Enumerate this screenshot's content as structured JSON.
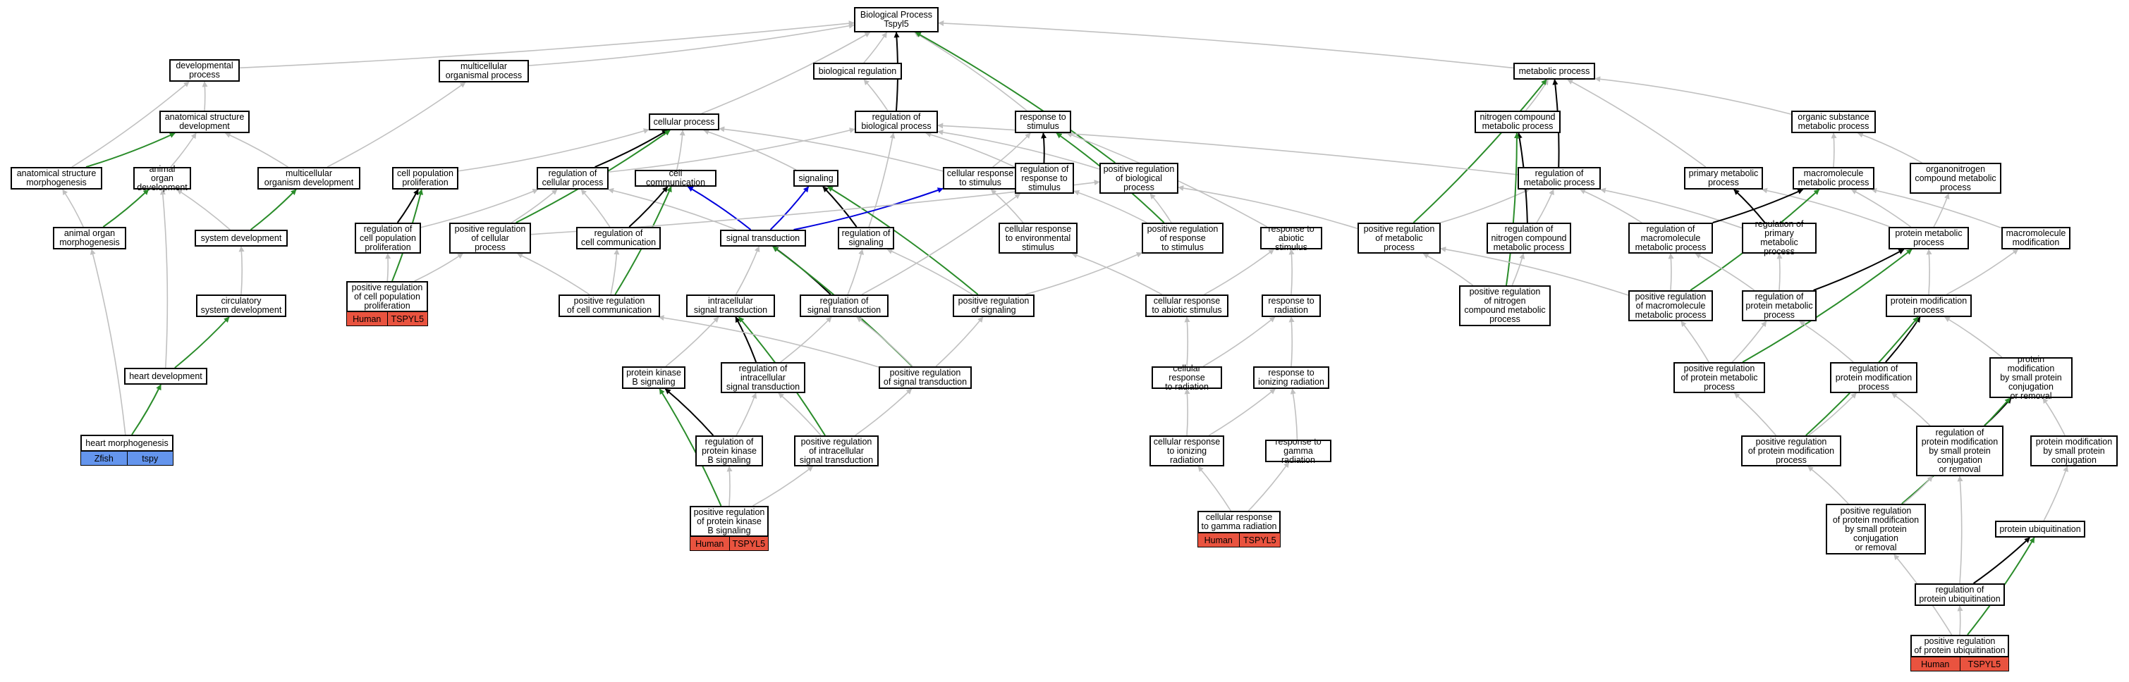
{
  "colors": {
    "is_a": "#c0c0c0",
    "part_of": "#0000dd",
    "regulates": "#000000",
    "positively_regulates": "#2a8c2a",
    "human_tag": "#e9533f",
    "zfish_tag": "#6495ed"
  },
  "nodes": {
    "bp": "Biological Process\nTspyl5",
    "dev_process": "developmental\nprocess",
    "multicell_org": "multicellular\norganismal process",
    "bio_reg": "biological regulation",
    "metabolic": "metabolic process",
    "cellular_process": "cellular process",
    "reg_bio_process": "regulation of\nbiological process",
    "response_stimulus": "response to\nstimulus",
    "anat_struct_dev": "anatomical structure\ndevelopment",
    "nitrogen_met": "nitrogen compound\nmetabolic process",
    "organic_sub_met": "organic substance\nmetabolic process",
    "anat_struct_morph": "anatomical structure\nmorphogenesis",
    "animal_organ_dev": "animal organ\ndevelopment",
    "multicell_org_dev": "multicellular\norganism development",
    "cell_pop_prolif": "cell population\nproliferation",
    "reg_cell_proc": "regulation of\ncellular process",
    "cell_comm": "cell communication",
    "signaling": "signaling",
    "cell_resp_stim": "cellular response\nto stimulus",
    "reg_resp_stim": "regulation of\nresponse to\nstimulus",
    "pos_reg_bio_proc": "positive regulation\nof biological\nprocess",
    "reg_met_proc": "regulation of\nmetabolic process",
    "primary_met": "primary metabolic\nprocess",
    "macromol_met": "macromolecule\nmetabolic process",
    "organonitrogen": "organonitrogen\ncompound metabolic\nprocess",
    "animal_organ_morph": "animal organ\nmorphogenesis",
    "system_dev": "system development",
    "reg_cell_pop_prolif": "regulation of\ncell population\nproliferation",
    "pos_reg_cell_proc": "positive regulation\nof cellular\nprocess",
    "reg_cell_comm": "regulation of\ncell communication",
    "signal_trans": "signal transduction",
    "reg_signaling": "regulation of\nsignaling",
    "cell_resp_env": "cellular response\nto environmental\nstimulus",
    "pos_reg_resp_stim": "positive regulation\nof response\nto stimulus",
    "resp_abiotic": "response to\nabiotic stimulus",
    "pos_reg_met": "positive regulation\nof metabolic\nprocess",
    "reg_nitrogen_met": "regulation of\nnitrogen compound\nmetabolic process",
    "reg_macromol_met": "regulation of\nmacromolecule\nmetabolic process",
    "reg_primary_met": "regulation of\nprimary metabolic\nprocess",
    "protein_met": "protein metabolic\nprocess",
    "macromol_mod": "macromolecule\nmodification",
    "circ_sys_dev": "circulatory\nsystem development",
    "pos_reg_cell_pop_prolif": "positive regulation\nof cell population\nproliferation",
    "pos_reg_cell_comm": "positive regulation\nof cell communication",
    "intracell_sig": "intracellular\nsignal transduction",
    "reg_sig_trans": "regulation of\nsignal transduction",
    "pos_reg_signaling": "positive regulation\nof signaling",
    "cell_resp_abiotic": "cellular response\nto abiotic stimulus",
    "resp_radiation": "response to\nradiation",
    "pos_reg_nitrogen": "positive regulation\nof nitrogen\ncompound metabolic\nprocess",
    "pos_reg_macromol": "positive regulation\nof macromolecule\nmetabolic process",
    "reg_protein_met": "regulation of\nprotein metabolic\nprocess",
    "protein_mod": "protein modification\nprocess",
    "heart_dev": "heart development",
    "pkb_sig": "protein kinase\nB signaling",
    "reg_intracell_sig": "regulation of\nintracellular\nsignal transduction",
    "pos_reg_sig_trans": "positive regulation\nof signal transduction",
    "cell_resp_radiation": "cellular response\nto radiation",
    "resp_ion_rad": "response to\nionizing radiation",
    "pos_reg_protein_met": "positive regulation\nof protein metabolic\nprocess",
    "reg_protein_mod": "regulation of\nprotein modification\nprocess",
    "prot_mod_small": "protein modification\nby small protein\nconjugation\nor removal",
    "heart_morph": "heart morphogenesis",
    "reg_pkb_sig": "regulation of\nprotein kinase\nB signaling",
    "pos_reg_intracell_sig": "positive regulation\nof intracellular\nsignal transduction",
    "cell_resp_ion_rad": "cellular response\nto ionizing\nradiation",
    "resp_gamma": "response to\ngamma radiation",
    "pos_reg_prot_mod": "positive regulation\nof protein modification\nprocess",
    "reg_prot_mod_small": "regulation of\nprotein modification\nby small protein\nconjugation\nor removal",
    "prot_mod_conj": "protein modification\nby small protein\nconjugation",
    "pos_reg_pkb_sig": "positive regulation\nof protein kinase\nB signaling",
    "cell_resp_gamma": "cellular response\nto gamma radiation",
    "pos_reg_prot_mod_small": "positive regulation\nof protein modification\nby small protein\nconjugation\nor removal",
    "prot_ubiq": "protein ubiquitination",
    "reg_prot_ubiq": "regulation of\nprotein ubiquitination",
    "pos_reg_prot_ubiq": "positive regulation\nof protein ubiquitination"
  },
  "annotations": {
    "heart_morph": [
      "Zfish",
      "tspy"
    ],
    "pos_reg_cell_pop_prolif": [
      "Human",
      "TSPYL5"
    ],
    "pos_reg_pkb_sig": [
      "Human",
      "TSPYL5"
    ],
    "cell_resp_gamma": [
      "Human",
      "TSPYL5"
    ],
    "pos_reg_prot_ubiq": [
      "Human",
      "TSPYL5"
    ]
  }
}
